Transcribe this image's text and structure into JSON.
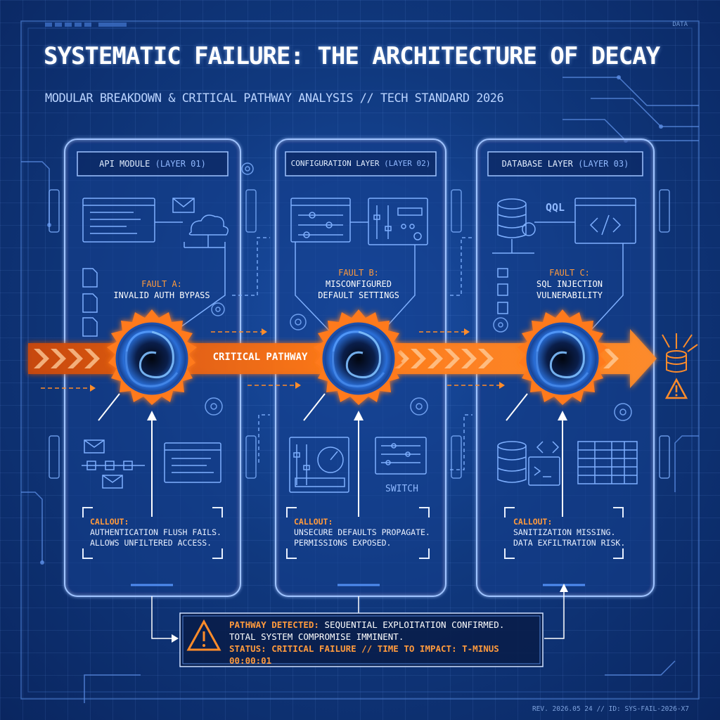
{
  "header": {
    "title": "SYSTEMATIC FAILURE: THE ARCHITECTURE OF DECAY",
    "subtitle": "MODULAR BREAKDOWN & CRITICAL PATHWAY ANALYSIS  // TECH STANDARD 2026",
    "corner_tag": "DATA"
  },
  "panels": [
    {
      "name": "API MODULE",
      "layer": "(LAYER 01)",
      "fault_label": "FAULT A:",
      "fault_desc": "INVALID AUTH BYPASS",
      "callout_label": "CALLOUT:",
      "callout_line1": "AUTHENTICATION FLUSH FAILS.",
      "callout_line2": "ALLOWS UNFILTERED ACCESS."
    },
    {
      "name": "CONFIGURATION LAYER",
      "layer": "(LAYER 02)",
      "fault_label": "FAULT B:",
      "fault_desc1": "MISCONFIGURED",
      "fault_desc2": "DEFAULT SETTINGS",
      "callout_label": "CALLOUT:",
      "callout_line1": "UNSECURE DEFAULTS PROPAGATE.",
      "callout_line2": "PERMISSIONS EXPOSED.",
      "switch_label": "SWITCH"
    },
    {
      "name": "DATABASE LAYER",
      "layer": "(LAYER 03)",
      "fault_label": "FAULT C:",
      "fault_desc1": "SQL INJECTION",
      "fault_desc2": "VULNERABILITY",
      "callout_label": "CALLOUT:",
      "callout_line1": "SANITIZATION MISSING.",
      "callout_line2": "DATA EXFILTRATION RISK.",
      "qql_label": "QQL"
    }
  ],
  "pathway": {
    "label": "CRITICAL PATHWAY"
  },
  "alert": {
    "label": "PATHWAY DETECTED:",
    "line1": "SEQUENTIAL EXPLOITATION CONFIRMED.",
    "line2": "TOTAL SYSTEM COMPROMISE IMMINENT.",
    "line3": "STATUS: CRITICAL FAILURE // TIME TO IMPACT: T-MINUS 00:00:01"
  },
  "footer": {
    "revision": "REV. 2026.05 24 // ID: SYS-FAIL-2026-X7"
  },
  "colors": {
    "background": "#10397f",
    "line": "#7fb0ff",
    "accent_orange": "#ff7a1a",
    "text_light": "#e8f0ff"
  },
  "icons": [
    "browser-window-icon",
    "envelope-icon",
    "cloud-network-icon",
    "document-icon",
    "gear-icon",
    "vortex-icon",
    "sliders-icon",
    "control-panel-icon",
    "database-icon",
    "code-window-icon",
    "gauge-icon",
    "terminal-icon",
    "table-icon",
    "warning-icon",
    "exploding-database-icon"
  ]
}
